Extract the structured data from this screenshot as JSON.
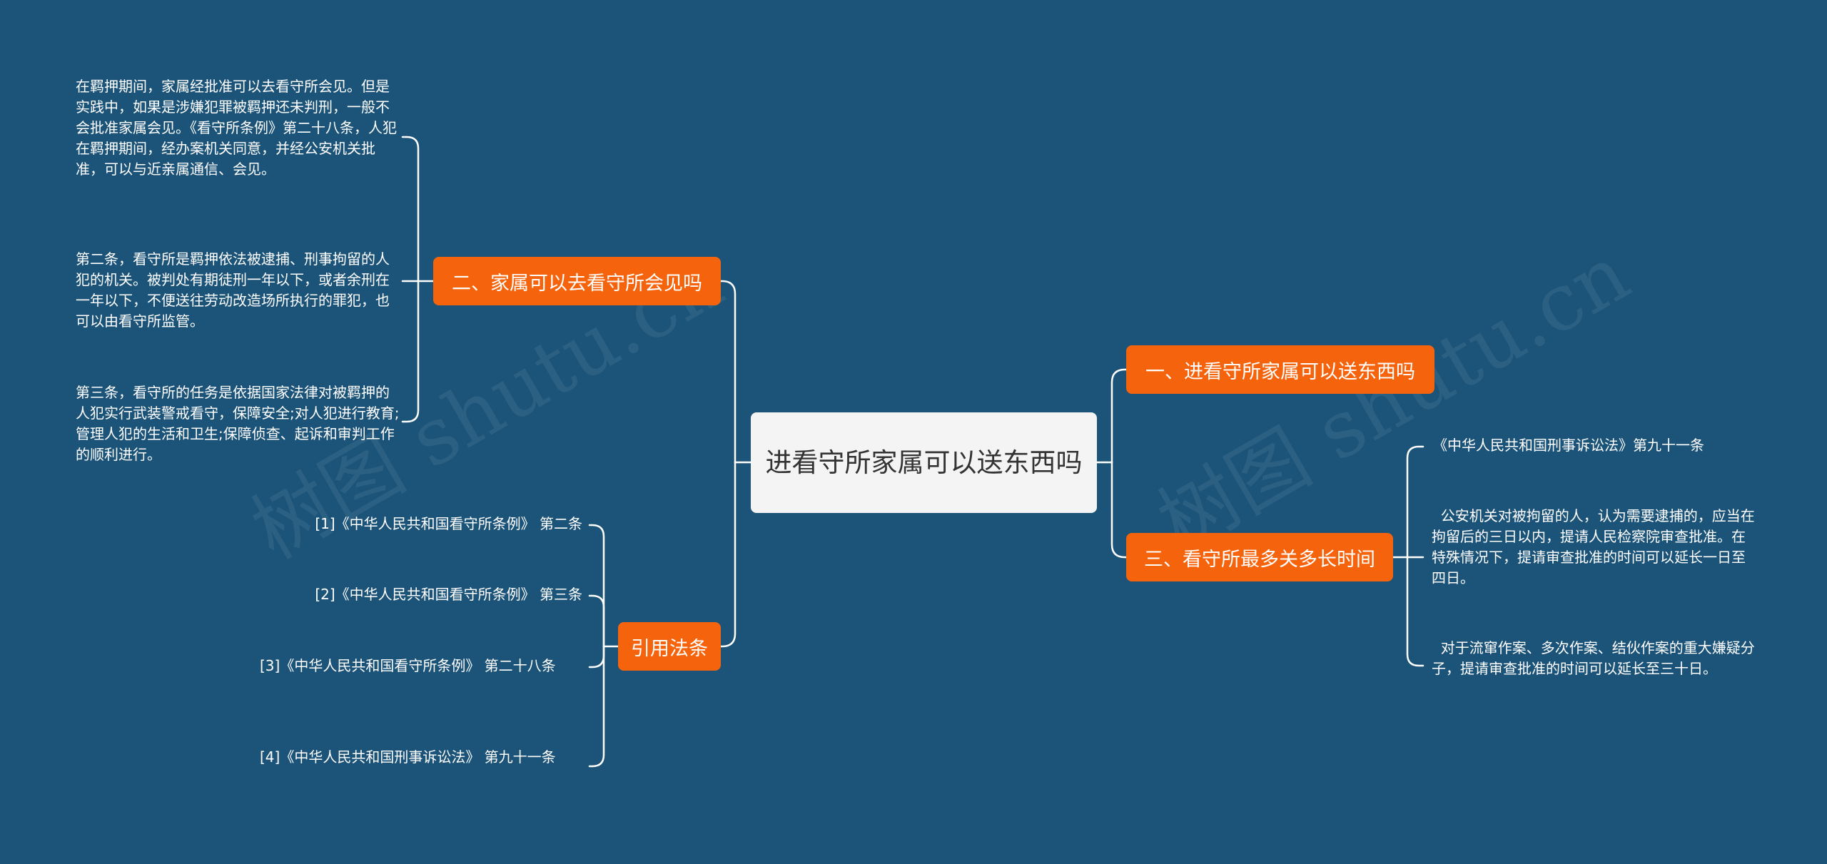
{
  "root": {
    "title": "进看守所家属可以送东西吗"
  },
  "branches": {
    "visit": {
      "label": "二、家属可以去看守所会见吗",
      "leaves": [
        "在羁押期间，家属经批准可以去看守所会见。但是实践中，如果是涉嫌犯罪被羁押还未判刑，一般不会批准家属会见。《看守所条例》第二十八条，人犯在羁押期间，经办案机关同意，并经公安机关批准，可以与近亲属通信、会见。",
        "第二条，看守所是羁押依法被逮捕、刑事拘留的人犯的机关。被判处有期徒刑一年以下，或者余刑在一年以下，不便送往劳动改造场所执行的罪犯，也可以由看守所监管。",
        "第三条，看守所的任务是依据国家法律对被羁押的人犯实行武装警戒看守，保障安全;对人犯进行教育;管理人犯的生活和卫生;保障侦查、起诉和审判工作的顺利进行。"
      ]
    },
    "cite": {
      "label": "引用法条",
      "leaves": [
        "[1]《中华人民共和国看守所条例》 第二条",
        "[2]《中华人民共和国看守所条例》 第三条",
        "[3]《中华人民共和国看守所条例》 第二十八条",
        "[4]《中华人民共和国刑事诉讼法》 第九十一条"
      ]
    },
    "send": {
      "label": "一、进看守所家属可以送东西吗"
    },
    "time": {
      "label": "三、看守所最多关多长时间",
      "leaves": [
        "《中华人民共和国刑事诉讼法》第九十一条",
        "  公安机关对被拘留的人，认为需要逮捕的，应当在拘留后的三日以内，提请人民检察院审查批准。在特殊情况下，提请审查批准的时间可以延长一日至四日。",
        "  对于流窜作案、多次作案、结伙作案的重大嫌疑分子，提请审查批准的时间可以延长至三十日。"
      ]
    }
  },
  "watermark": "树图 shutu.cn",
  "colors": {
    "background": "#1c5479",
    "root_fill": "#f4f4f4",
    "branch_fill": "#f5640c",
    "connector": "#ffffff"
  }
}
